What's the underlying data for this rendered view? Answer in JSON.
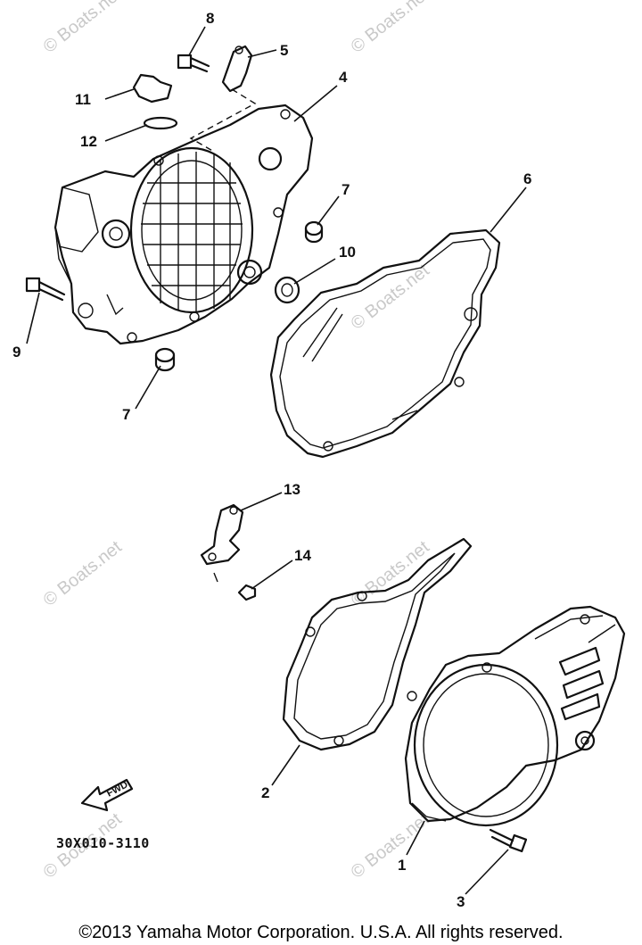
{
  "diagram": {
    "watermark": "© Boats.net",
    "drawing_code": "30X010-3110",
    "fwd_label": "FWD",
    "copyright": "©2013 Yamaha Motor Corporation. U.S.A. All rights reserved.",
    "callouts": [
      {
        "id": "1",
        "label": "1"
      },
      {
        "id": "2",
        "label": "2"
      },
      {
        "id": "3",
        "label": "3"
      },
      {
        "id": "4",
        "label": "4"
      },
      {
        "id": "5",
        "label": "5"
      },
      {
        "id": "6",
        "label": "6"
      },
      {
        "id": "7a",
        "label": "7"
      },
      {
        "id": "7b",
        "label": "7"
      },
      {
        "id": "8",
        "label": "8"
      },
      {
        "id": "9",
        "label": "9"
      },
      {
        "id": "10",
        "label": "10"
      },
      {
        "id": "11",
        "label": "11"
      },
      {
        "id": "12",
        "label": "12"
      },
      {
        "id": "13",
        "label": "13"
      },
      {
        "id": "14",
        "label": "14"
      }
    ]
  }
}
